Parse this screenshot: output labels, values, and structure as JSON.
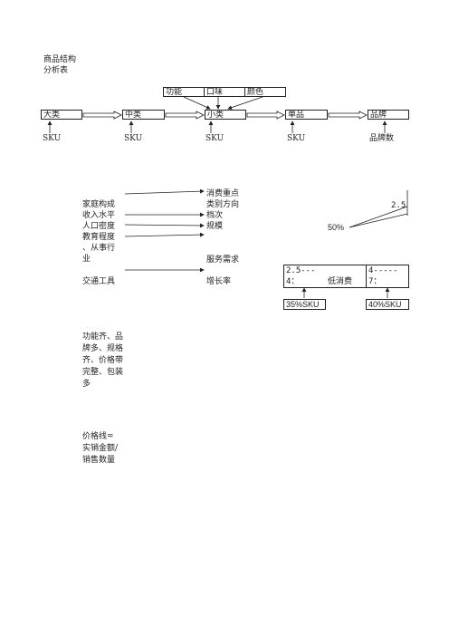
{
  "title": [
    "商品结构",
    "分析表"
  ],
  "top_boxes": [
    "功能",
    "口味",
    "颜色"
  ],
  "chain": [
    "大类",
    "中类",
    "小类",
    "单品",
    "品牌"
  ],
  "chain_sub": [
    "SKU",
    "SKU",
    "SKU",
    "SKU",
    "品牌数"
  ],
  "left_factors": [
    "家庭构成",
    "收入水平",
    "人口密度",
    "教育程度",
    "、从事行",
    "业"
  ],
  "transport": "交通工具",
  "mid_factors": [
    "消费重点",
    "类别方向",
    "档次",
    "规模"
  ],
  "service": "服务需求",
  "growth": "增长率",
  "ratio_label": "2.5",
  "pct_50": "50%",
  "box_a": [
    "2.5---",
    "4："
  ],
  "low_consume": "低消费",
  "box_b": [
    "4-----",
    "7："
  ],
  "sku_35": "35%SKU",
  "sku_40": "40%SKU",
  "features": "功能齐、品牌多、规格齐、价格带完整、包装多",
  "price_line": "价格线=实销金额/销售数量"
}
